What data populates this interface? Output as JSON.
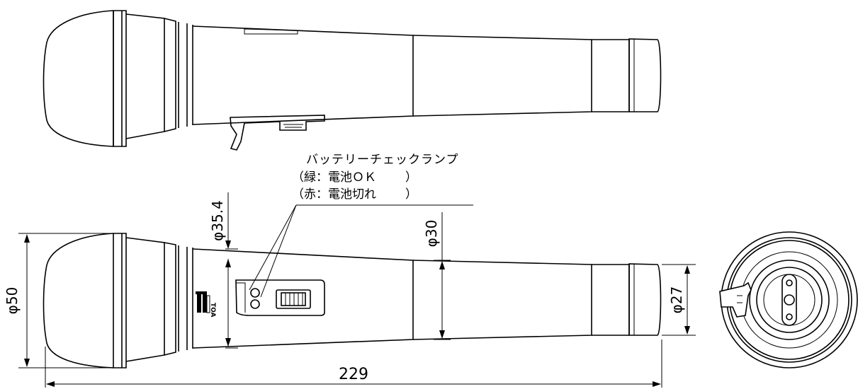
{
  "callout": {
    "title": "バッテリーチェックランプ",
    "line1": "（緑：電池ＯＫ",
    "line1_close": "）",
    "line2": "（赤：電池切れ",
    "line2_close": "）"
  },
  "dimensions": {
    "body_diameter": "φ35.4",
    "handle_diameter": "φ30",
    "head_diameter": "φ50",
    "tail_diameter": "φ27",
    "total_length": "229"
  },
  "logo": {
    "text": "TOA"
  },
  "colors": {
    "line": "#000000",
    "background": "#ffffff"
  }
}
